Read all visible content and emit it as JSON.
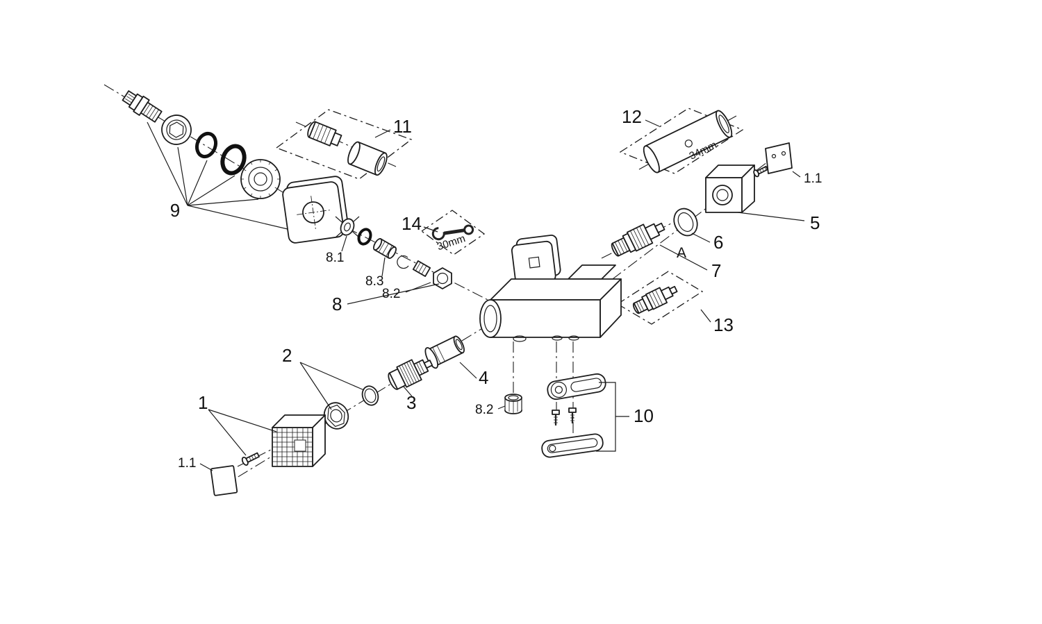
{
  "diagram": {
    "labels": {
      "n1": "1",
      "n1_1b": "1.1",
      "n2": "2",
      "n3": "3",
      "n4": "4",
      "n5": "5",
      "n1_1t": "1.1",
      "n6": "6",
      "n7": "7",
      "nA": "A",
      "n8": "8",
      "n8_1": "8.1",
      "n8_2a": "8.2",
      "n8_2b": "8.2",
      "n8_3": "8.3",
      "n9": "9",
      "n10": "10",
      "n11": "11",
      "n12": "12",
      "n13": "13",
      "n14": "14"
    },
    "annotations": {
      "wrench_size": "30mm",
      "tube_size": "34mm"
    }
  }
}
